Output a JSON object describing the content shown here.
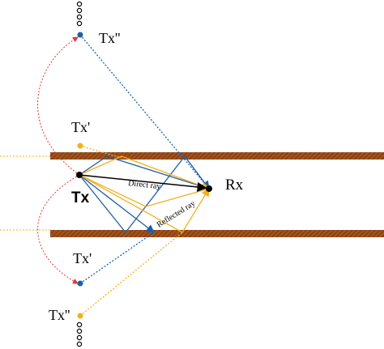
{
  "labels": {
    "tx_double_prime_top": "Tx''",
    "tx_prime_top": "Tx'",
    "tx": "Tx",
    "rx": "Rx",
    "tx_prime_bottom": "Tx'",
    "tx_double_prime_bottom": "Tx''",
    "direct_ray": "Direct ray",
    "reflected_ray": "Reflected ray"
  },
  "colors": {
    "wall": "#a0521d",
    "wall_hatch": "#6b2f0a",
    "blue": "#1f5fa8",
    "orange": "#f2b01e",
    "red": "#e0383c",
    "black": "#000000"
  }
}
